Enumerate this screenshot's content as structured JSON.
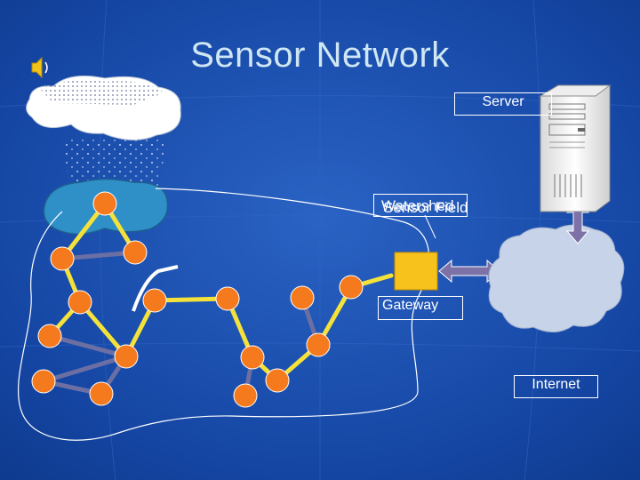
{
  "slide": {
    "title": "Sensor Network",
    "labels": {
      "server": "Server",
      "sensor_field": "Sensor Field",
      "watershed": "Watershed",
      "gateway": "Gateway",
      "internet": "Internet"
    }
  },
  "colors": {
    "background": "#1746a4",
    "node": "#f57a1e",
    "link_primary": "#f4e23a",
    "link_secondary": "#6b6fa3",
    "gateway_box": "#f7c21b",
    "cloud": "#c7d3e8",
    "server": "#f2f2f2",
    "arrow": "#7d72a8"
  },
  "icons": [
    "speaker-icon",
    "rain-cloud-icon",
    "server-tower-icon",
    "internet-cloud-icon",
    "gateway-icon",
    "watershed-lake-icon"
  ]
}
